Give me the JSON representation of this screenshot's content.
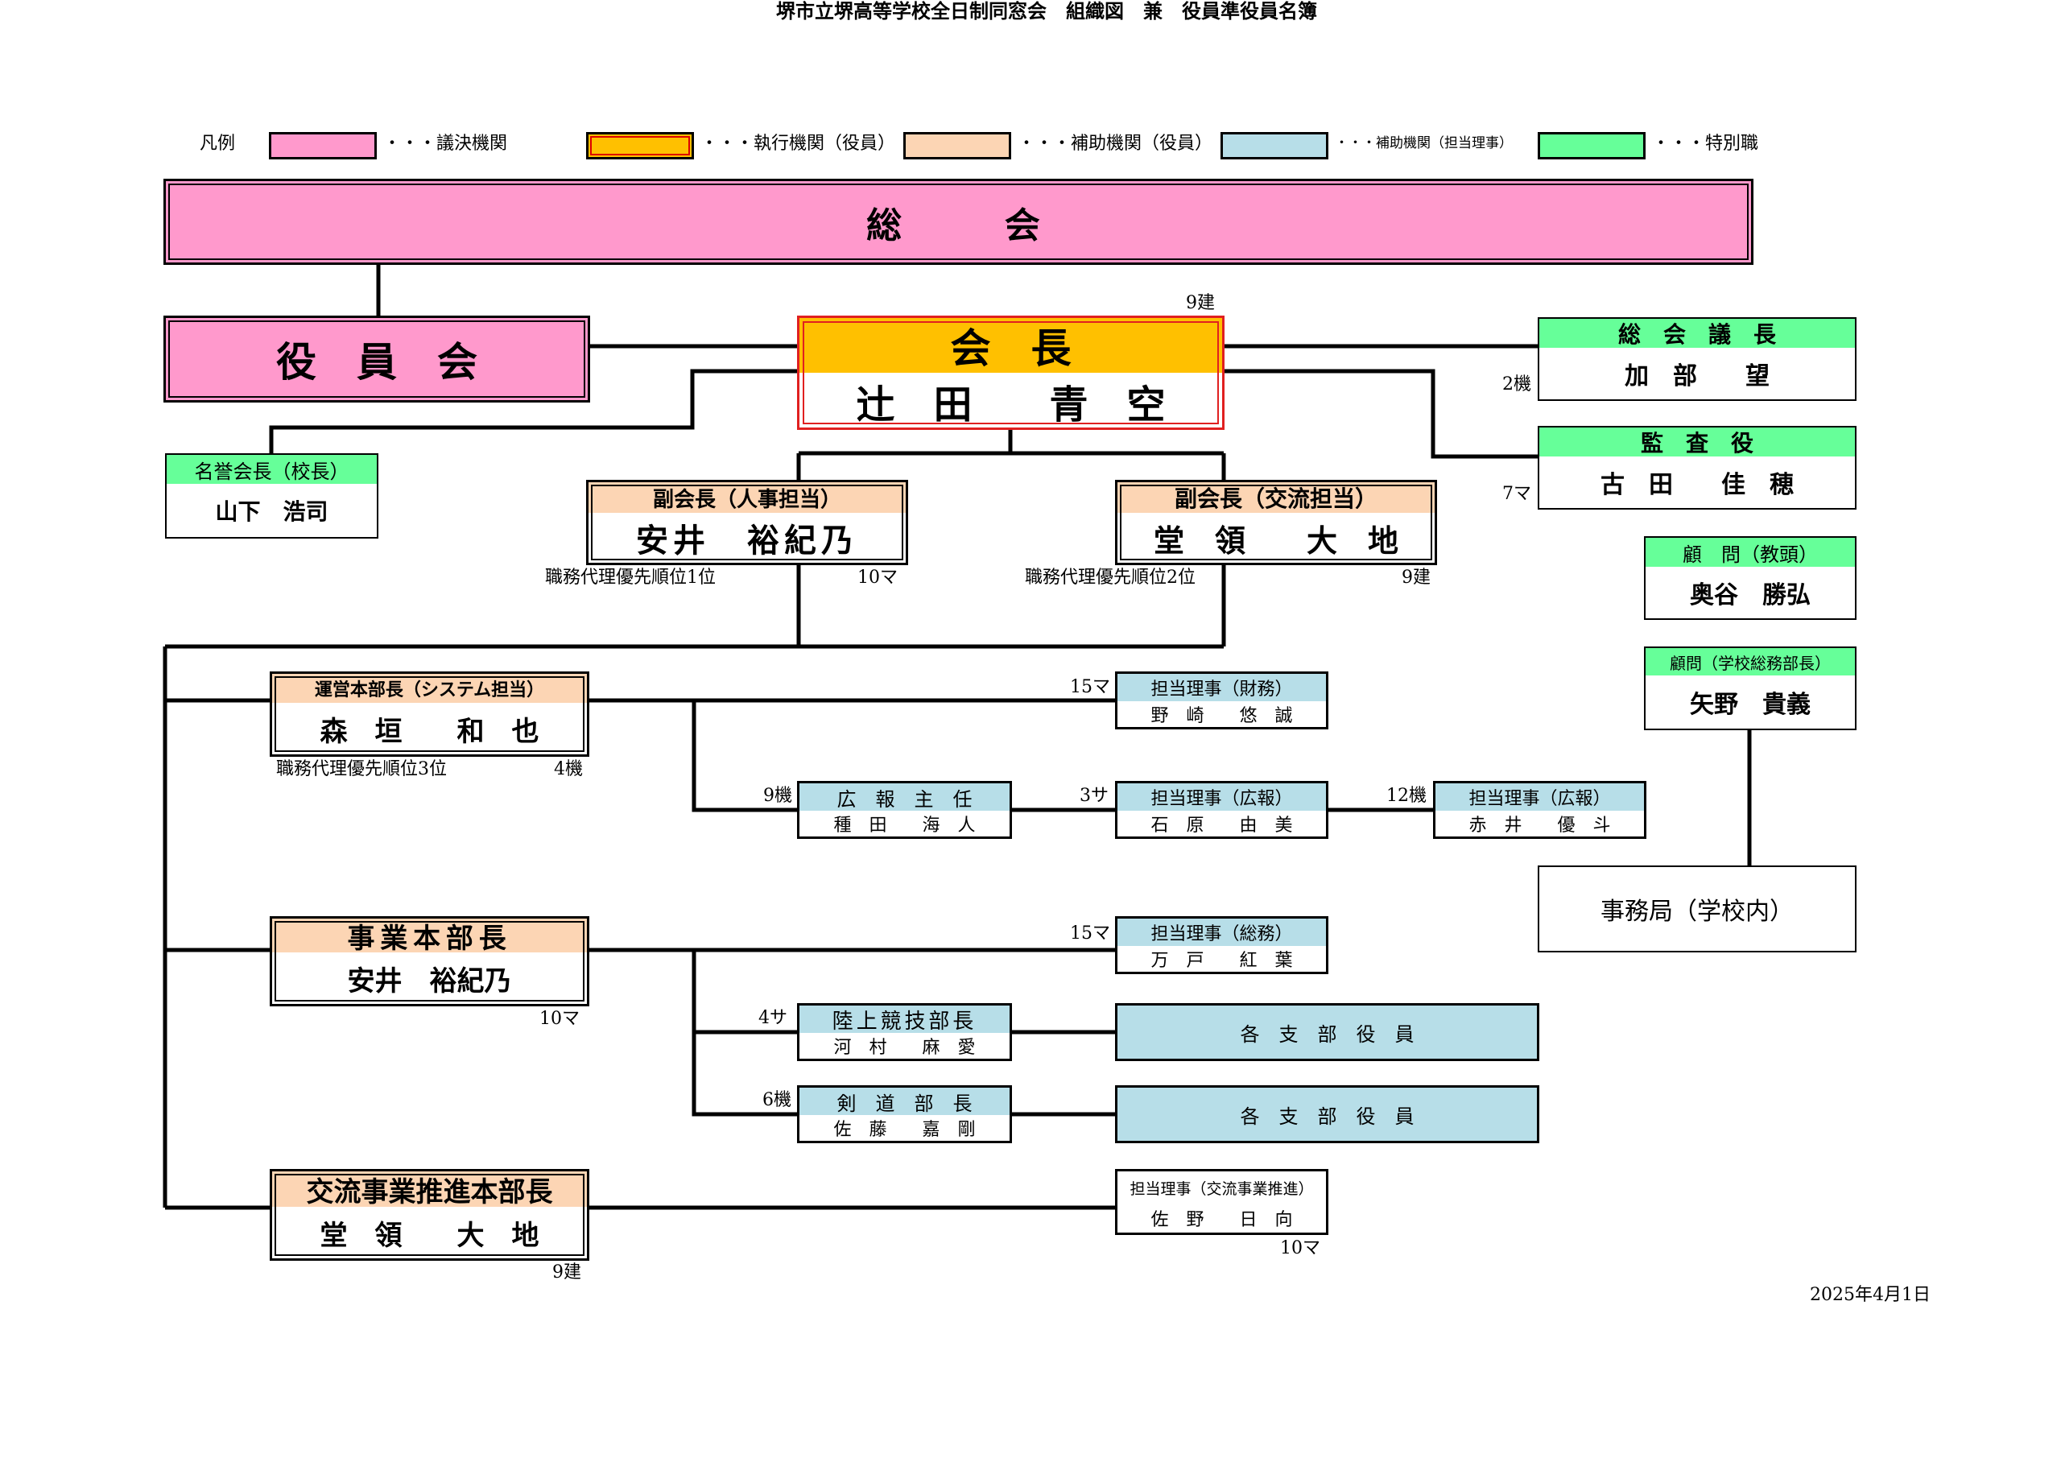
{
  "title": "堺市立堺高等学校全日制同窓会　組織図　兼　役員準役員名簿",
  "date": "2025年4月1日",
  "legend": {
    "label": "凡例",
    "items": [
      {
        "text": "・・・議決機関",
        "color": "#ff99cc"
      },
      {
        "text": "・・・執行機関（役員）",
        "color": "#ffc000"
      },
      {
        "text": "・・・補助機関（役員）",
        "color": "#fcd5b4"
      },
      {
        "text": "・・・補助機関（担当理事）",
        "color": "#b7dee8"
      },
      {
        "text": "・・・特別職",
        "color": "#66ff99"
      }
    ]
  },
  "assembly": {
    "label": "総　　会"
  },
  "board": {
    "label": "役　員　会"
  },
  "president": {
    "role": "会　長",
    "name": "辻　田　　青　空",
    "note": "9建"
  },
  "assembly_chair": {
    "role": "総　会　議　長",
    "name": "加　部　　望",
    "note": "2機"
  },
  "auditor": {
    "role": "監　査　役",
    "name": "古　田　　佳　穂",
    "note": "7マ"
  },
  "honorary": {
    "role": "名誉会長（校長）",
    "name": "山下　浩司"
  },
  "advisor1": {
    "role": "顧　問（教頭）",
    "name": "奥谷　勝弘"
  },
  "advisor2": {
    "role": "顧問（学校総務部長）",
    "name": "矢野　貴義"
  },
  "office": {
    "label": "事務局（学校内）"
  },
  "vp_hr": {
    "role": "副会長（人事担当）",
    "name": "安井　裕紀乃",
    "priority": "職務代理優先順位1位",
    "note": "10マ"
  },
  "vp_ex": {
    "role": "副会長（交流担当）",
    "name": "堂　領　　大　地",
    "priority": "職務代理優先順位2位",
    "note": "9建"
  },
  "ops_head": {
    "role": "運営本部長（システム担当）",
    "name": "森　垣　　和　也",
    "priority": "職務代理優先順位3位",
    "note": "4機"
  },
  "biz_head": {
    "role": "事業本部長",
    "name": "安井　裕紀乃",
    "note": "10マ"
  },
  "exch_head": {
    "role": "交流事業推進本部長",
    "name": "堂　領　　大　地",
    "note": "9建"
  },
  "finance": {
    "role": "担当理事（財務）",
    "name": "野　崎　　悠　誠",
    "note": "15マ"
  },
  "pr_chief": {
    "role": "広　報　主　任",
    "name": "種　田　　海　人",
    "note": "9機"
  },
  "pr1": {
    "role": "担当理事（広報）",
    "name": "石　原　　由　美",
    "note": "3サ"
  },
  "pr2": {
    "role": "担当理事（広報）",
    "name": "赤　井　　優　斗",
    "note": "12機"
  },
  "general": {
    "role": "担当理事（総務）",
    "name": "万　戸　　紅　葉",
    "note": "15マ"
  },
  "track": {
    "role": "陸上競技部長",
    "name": "河　村　　麻　愛",
    "note": "4サ"
  },
  "kendo": {
    "role": "剣　道　部　長",
    "name": "佐　藤　　嘉　剛",
    "note": "6機"
  },
  "branch1": {
    "label": "各　支　部　役　員"
  },
  "branch2": {
    "label": "各　支　部　役　員"
  },
  "exch_director": {
    "role": "担当理事（交流事業推進）",
    "name": "佐　野　　日　向",
    "note": "10マ"
  }
}
